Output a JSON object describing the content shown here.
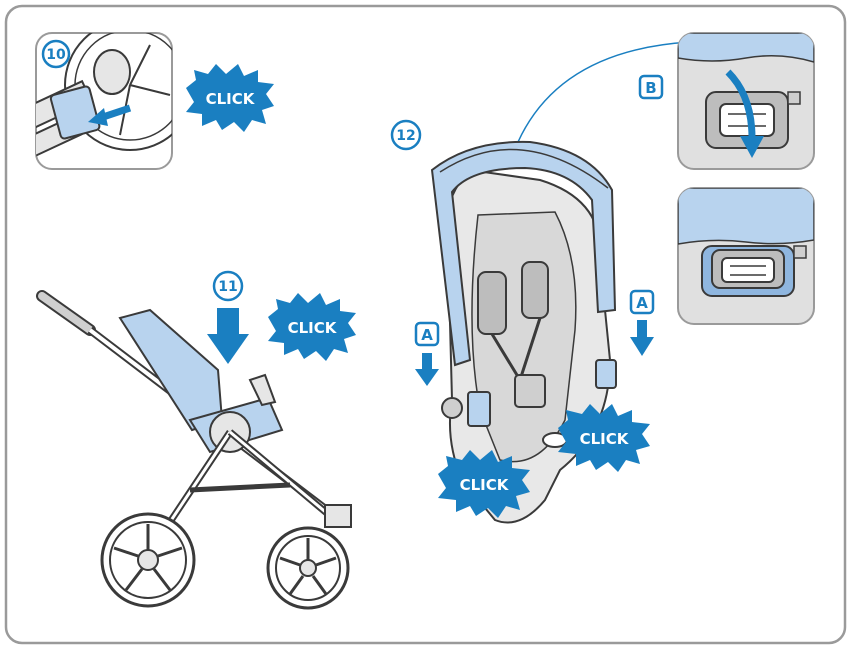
{
  "steps": {
    "s10": "10",
    "s11": "11",
    "s12": "12"
  },
  "clicks": {
    "c1": "CLICK",
    "c2": "CLICK",
    "c3": "CLICK",
    "c4": "CLICK"
  },
  "letters": {
    "a_left": "A",
    "a_right": "A",
    "b": "B"
  },
  "colors": {
    "accent": "#1a7fc1",
    "light_blue": "#b8d3ee",
    "frame_gray": "#9a9a9a",
    "line": "#3a3a3a",
    "panel_gray": "#d8d8d8"
  }
}
